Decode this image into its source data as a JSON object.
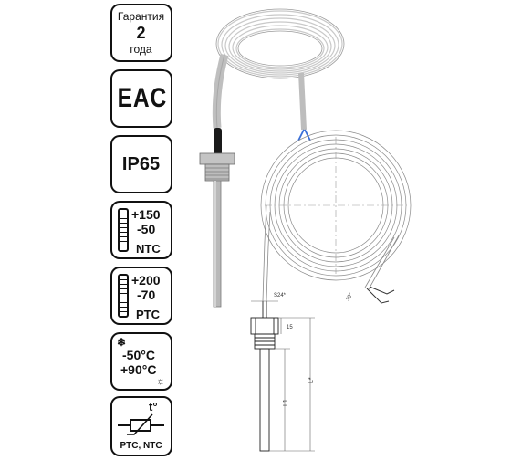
{
  "warranty": {
    "label": "Гарантия",
    "value": "2",
    "unit": "года"
  },
  "certification": {
    "mark": "EAC"
  },
  "protection": {
    "rating": "IP65"
  },
  "ntc_range": {
    "max": "+150",
    "min": "-50",
    "type": "NTC"
  },
  "ptc_range": {
    "max": "+200",
    "min": "-70",
    "type": "PTC"
  },
  "ambient": {
    "min": "-50°C",
    "max": "+90°C"
  },
  "sensor_symbol": {
    "symbol": "t°",
    "types": "PTC, NTC"
  },
  "drawing_labels": {
    "s24": "S24*",
    "d15": "15",
    "l1": "L1",
    "l": "L*",
    "angle": "30°"
  },
  "colors": {
    "outline": "#111111",
    "cable": "#c9c9c9",
    "steel": "#b9b9b9",
    "wire_blue": "#3a6fd8"
  },
  "icons": [
    "snowflake-icon",
    "sun-icon",
    "thermometer-scale-icon",
    "thermistor-icon"
  ]
}
